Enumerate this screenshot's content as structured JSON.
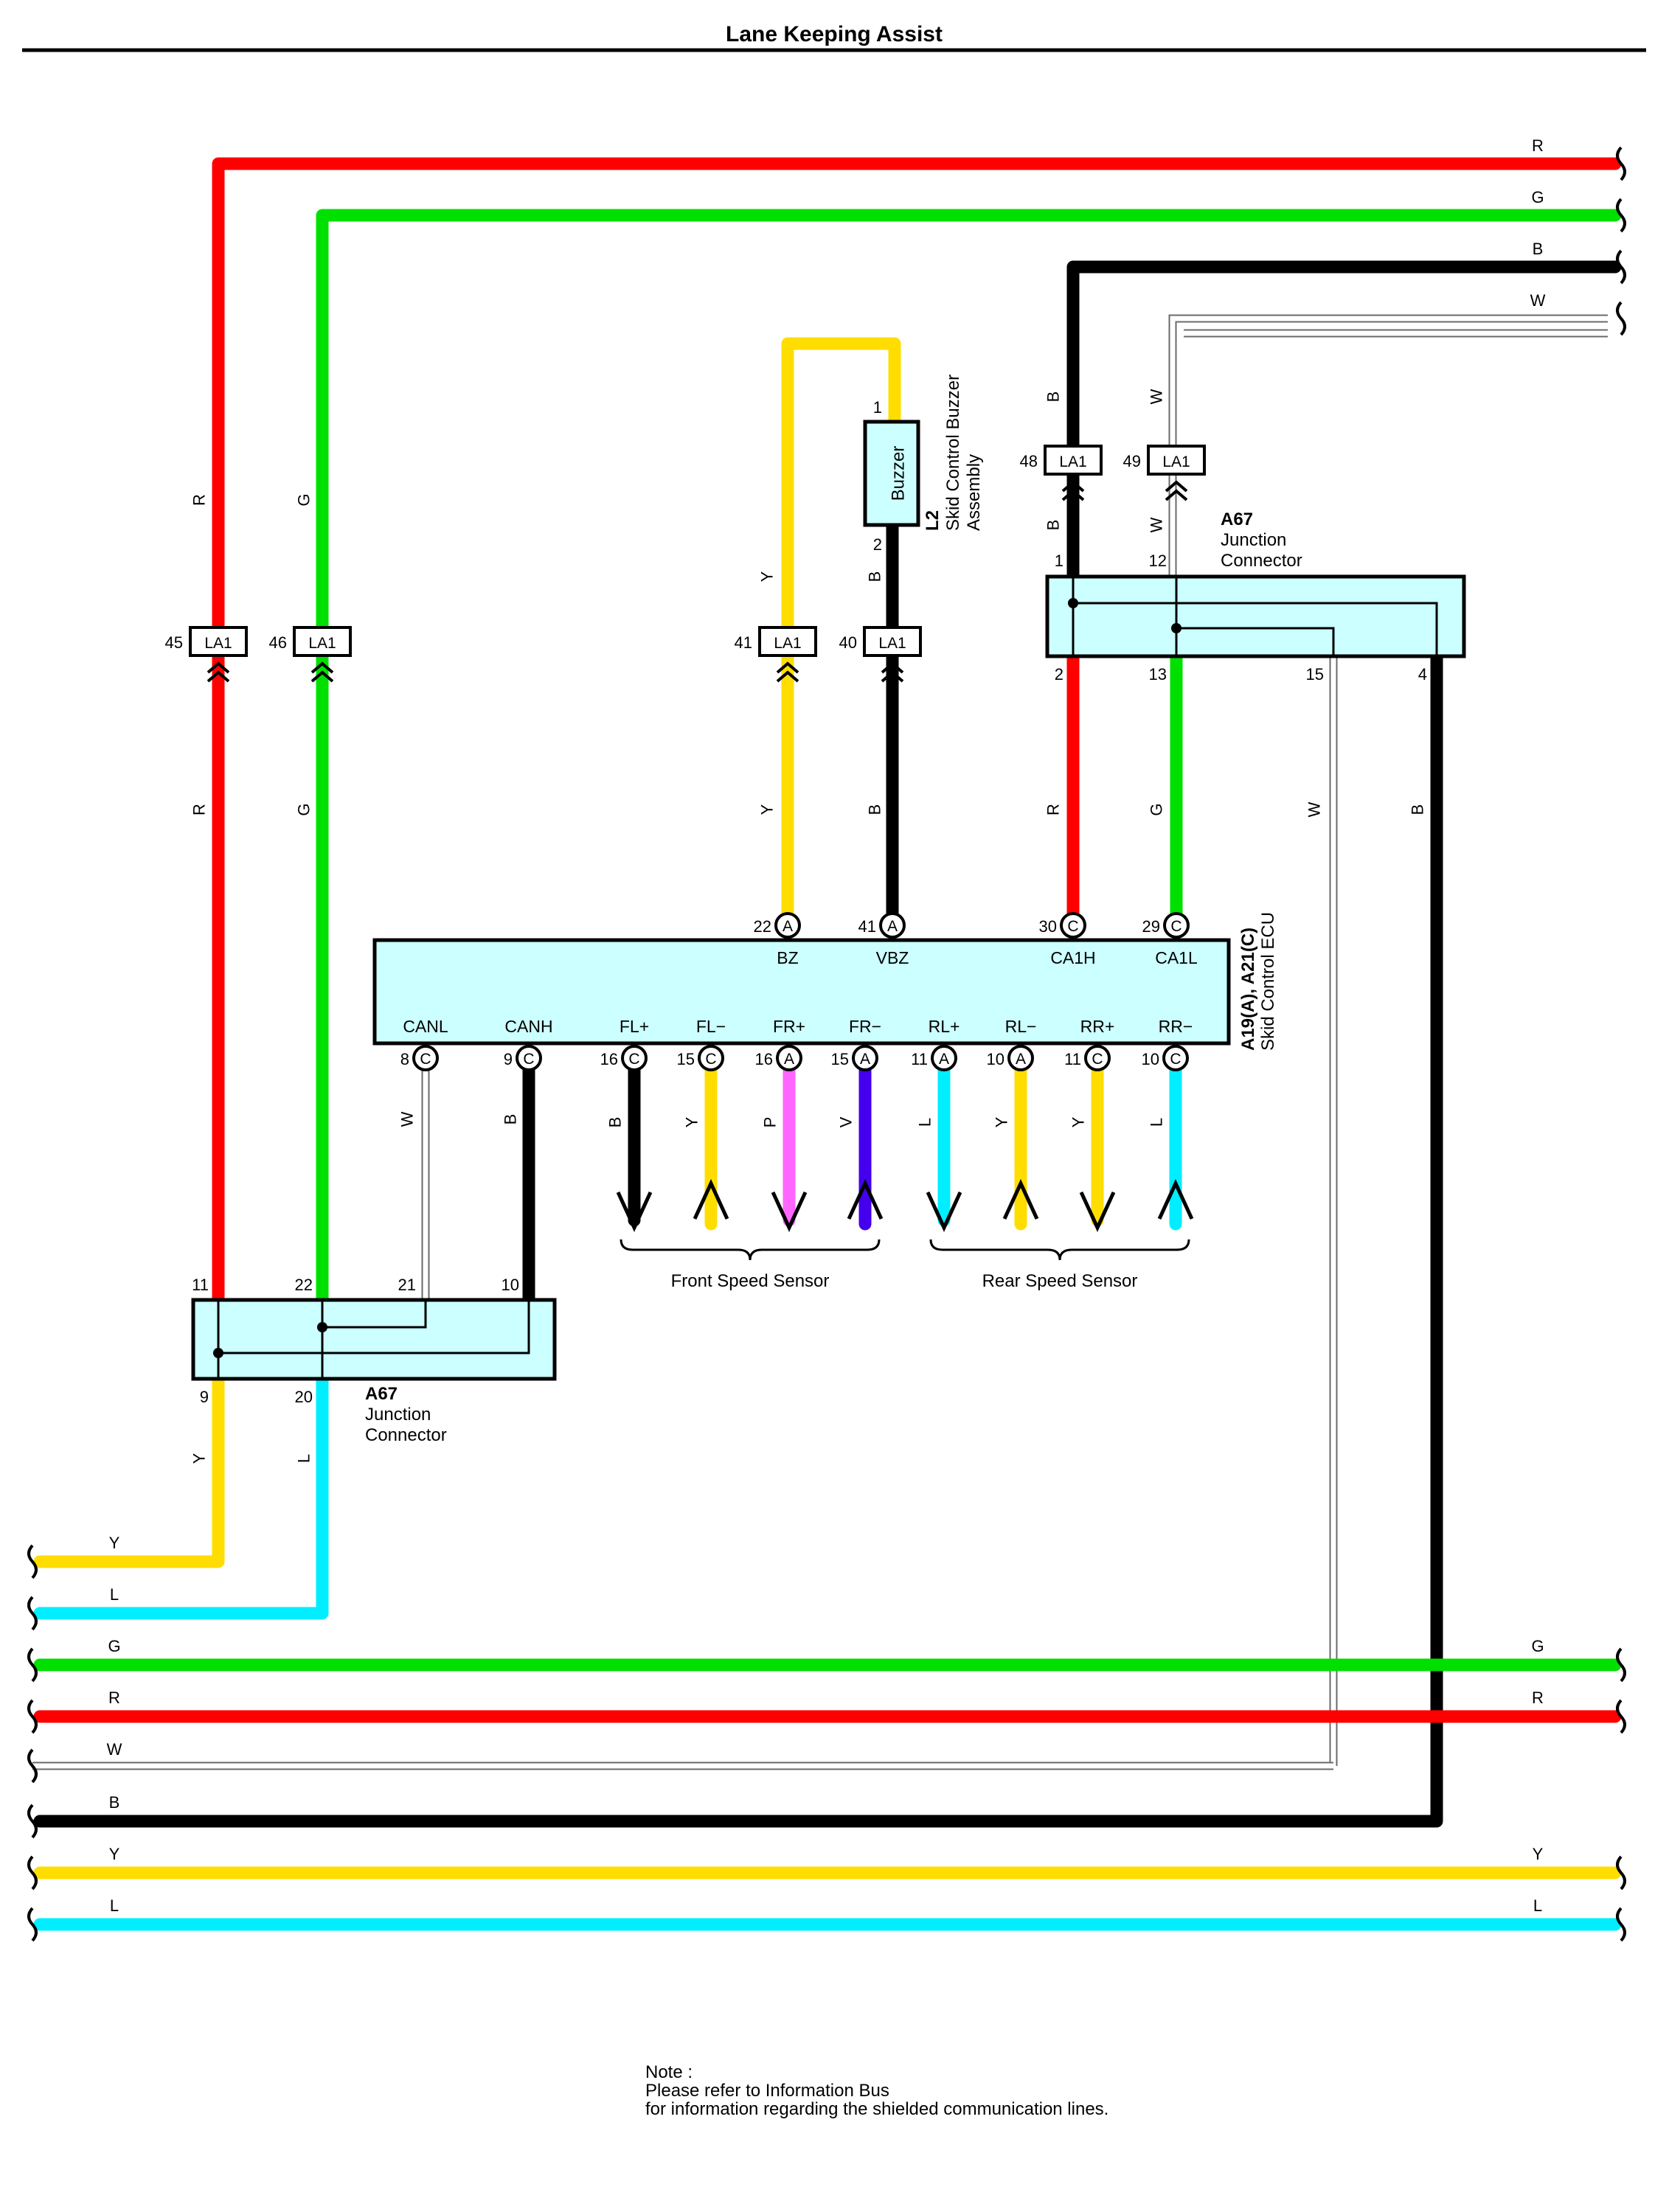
{
  "title": "Lane Keeping Assist",
  "colors": {
    "R": "#ff0000",
    "G": "#00e000",
    "B": "#000000",
    "W": "#ffffff",
    "Y": "#ffdd00",
    "L": "#00eeff",
    "P": "#ff66ff",
    "V": "#4400ee",
    "box_fill": "#ccffff"
  },
  "wire_codes": {
    "R": "R",
    "G": "G",
    "B": "B",
    "W": "W",
    "Y": "Y",
    "L": "L",
    "P": "P",
    "V": "V"
  },
  "ecu": {
    "code": "A19(A), A21(C)",
    "name": "Skid Control ECU",
    "top_terminals": [
      {
        "pin": "22",
        "conn": "A",
        "signal": "BZ",
        "wire": "Y"
      },
      {
        "pin": "41",
        "conn": "A",
        "signal": "VBZ",
        "wire": "B"
      },
      {
        "pin": "30",
        "conn": "C",
        "signal": "CA1H",
        "wire": "R"
      },
      {
        "pin": "29",
        "conn": "C",
        "signal": "CA1L",
        "wire": "G"
      }
    ],
    "bottom_terminals": [
      {
        "pin": "8",
        "conn": "C",
        "signal": "CANL",
        "wire": "W"
      },
      {
        "pin": "9",
        "conn": "C",
        "signal": "CANH",
        "wire": "B"
      },
      {
        "pin": "16",
        "conn": "C",
        "signal": "FL+",
        "wire": "B"
      },
      {
        "pin": "15",
        "conn": "C",
        "signal": "FL−",
        "wire": "Y"
      },
      {
        "pin": "16",
        "conn": "A",
        "signal": "FR+",
        "wire": "P"
      },
      {
        "pin": "15",
        "conn": "A",
        "signal": "FR−",
        "wire": "V"
      },
      {
        "pin": "11",
        "conn": "A",
        "signal": "RL+",
        "wire": "L"
      },
      {
        "pin": "10",
        "conn": "A",
        "signal": "RL−",
        "wire": "Y"
      },
      {
        "pin": "11",
        "conn": "C",
        "signal": "RR+",
        "wire": "Y"
      },
      {
        "pin": "10",
        "conn": "C",
        "signal": "RR−",
        "wire": "L"
      }
    ]
  },
  "buzzer": {
    "code": "L2",
    "name_line1": "Skid Control Buzzer",
    "name_line2": "Assembly",
    "label": "Buzzer",
    "pin_top": "1",
    "pin_bottom": "2"
  },
  "junction_top": {
    "code": "A67",
    "name_line1": "Junction",
    "name_line2": "Connector",
    "pins": {
      "p1": "1",
      "p12": "12",
      "p2": "2",
      "p13": "13",
      "p15": "15",
      "p4": "4"
    }
  },
  "junction_bottom": {
    "code": "A67",
    "name_line1": "Junction",
    "name_line2": "Connector",
    "pins": {
      "p11": "11",
      "p22": "22",
      "p21": "21",
      "p10": "10",
      "p9": "9",
      "p20": "20"
    }
  },
  "connectors": [
    {
      "pin": "45",
      "code": "LA1"
    },
    {
      "pin": "46",
      "code": "LA1"
    },
    {
      "pin": "41",
      "code": "LA1"
    },
    {
      "pin": "40",
      "code": "LA1"
    },
    {
      "pin": "48",
      "code": "LA1"
    },
    {
      "pin": "49",
      "code": "LA1"
    }
  ],
  "groups": {
    "front": "Front Speed Sensor",
    "rear": "Rear Speed Sensor"
  },
  "note": {
    "line1": "Note :",
    "line2": "Please refer to Information Bus",
    "line3": "for information regarding the shielded communication lines."
  }
}
